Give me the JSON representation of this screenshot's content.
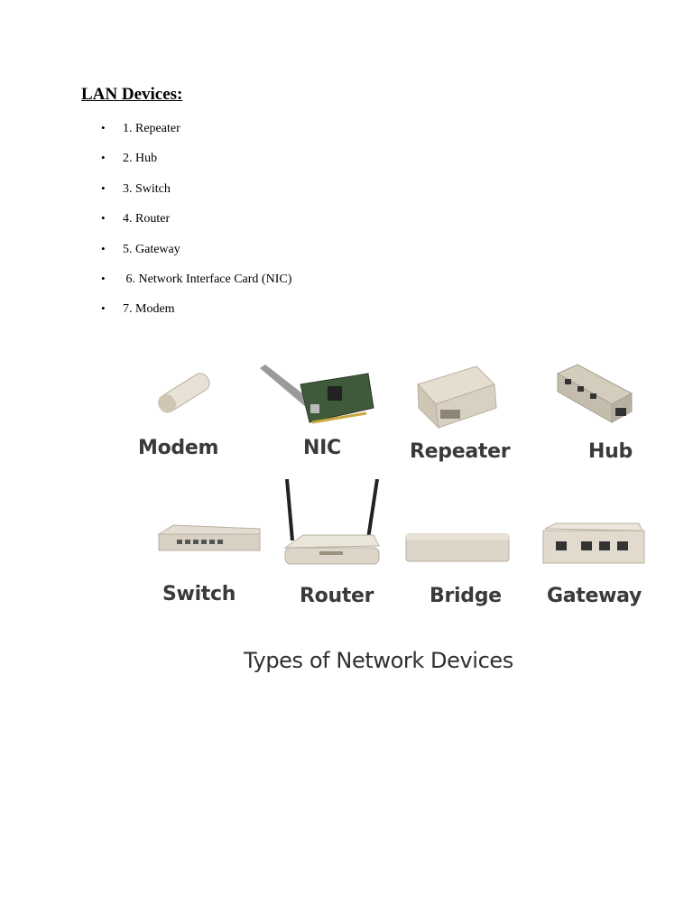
{
  "heading": "LAN Devices:",
  "list_bullet": "•",
  "list_items": [
    "1. Repeater",
    "2. Hub",
    "3. Switch",
    "4. Router",
    "5. Gateway",
    " 6. Network Interface Card (NIC)",
    "7. Modem"
  ],
  "figure": {
    "caption": "Types of Network Devices",
    "devices": {
      "modem": "Modem",
      "nic": "NIC",
      "repeater": "Repeater",
      "hub": "Hub",
      "switch": "Switch",
      "router": "Router",
      "bridge": "Bridge",
      "gateway": "Gateway"
    },
    "device_color": "#d9d2c4",
    "label_color": "#3a3a3a"
  }
}
